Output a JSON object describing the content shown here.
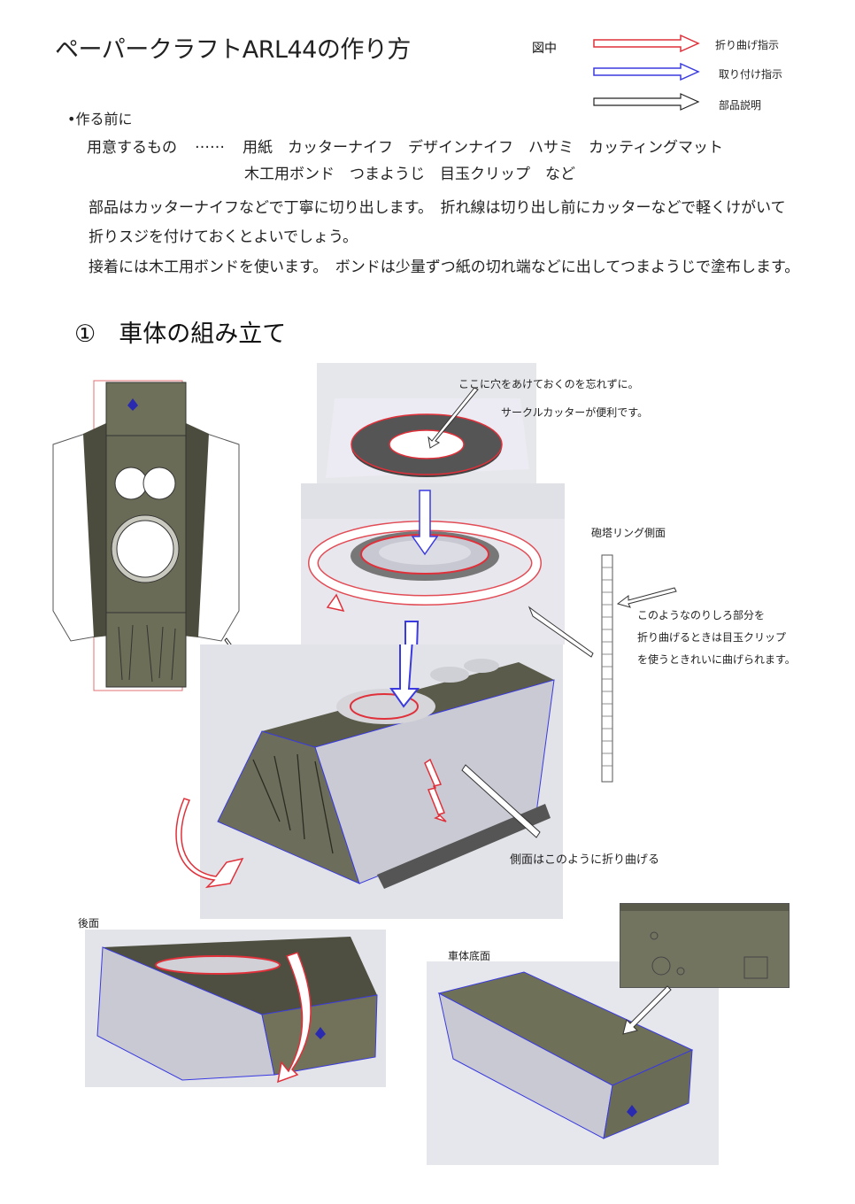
{
  "title": "ペーパークラフトARL44の作り方",
  "legend": {
    "label": "図中",
    "items": [
      {
        "text": "折り曲げ指示",
        "color": "#e0303a"
      },
      {
        "text": "取り付け指示",
        "color": "#3a3ae0"
      },
      {
        "text": "部品説明",
        "color": "#222222"
      }
    ]
  },
  "intro": {
    "heading": "•作る前に",
    "items_label": "用意するもの",
    "dots": "……",
    "tools_line1": "用紙　カッターナイフ　デザインナイフ　ハサミ　カッティングマット",
    "tools_line2": "木工用ボンド　つまようじ　目玉クリップ　など",
    "para1_line1": "部品はカッターナイフなどで丁寧に切り出します。　折れ線は切り出し前にカッターなどで軽くけがいて",
    "para1_line2": "折りスジを付けておくとよいでしょう。",
    "para2": "接着には木工用ボンドを使います。　ボンドは少量ずつ紙の切れ端などに出してつまようじで塗布します。"
  },
  "section": {
    "number": "①",
    "title": "車体の組み立て"
  },
  "captions": {
    "hole_line1": "ここに穴をあけておくのを忘れずに。",
    "hole_line2": "サークルカッターが便利です。",
    "ring_side": "砲塔リング側面",
    "clip_line1": "このようなのりしろ部分を",
    "clip_line2": "折り曲げるときは目玉クリップ",
    "clip_line3": "を使うときれいに曲げられます。",
    "side_fold": "側面はこのように折り曲げる",
    "rear": "後面",
    "bottom": "車体底面"
  },
  "colors": {
    "fold": "#e0303a",
    "attach": "#3a3ae0",
    "hull": "#6e6e58",
    "paper": "#ffffff"
  }
}
